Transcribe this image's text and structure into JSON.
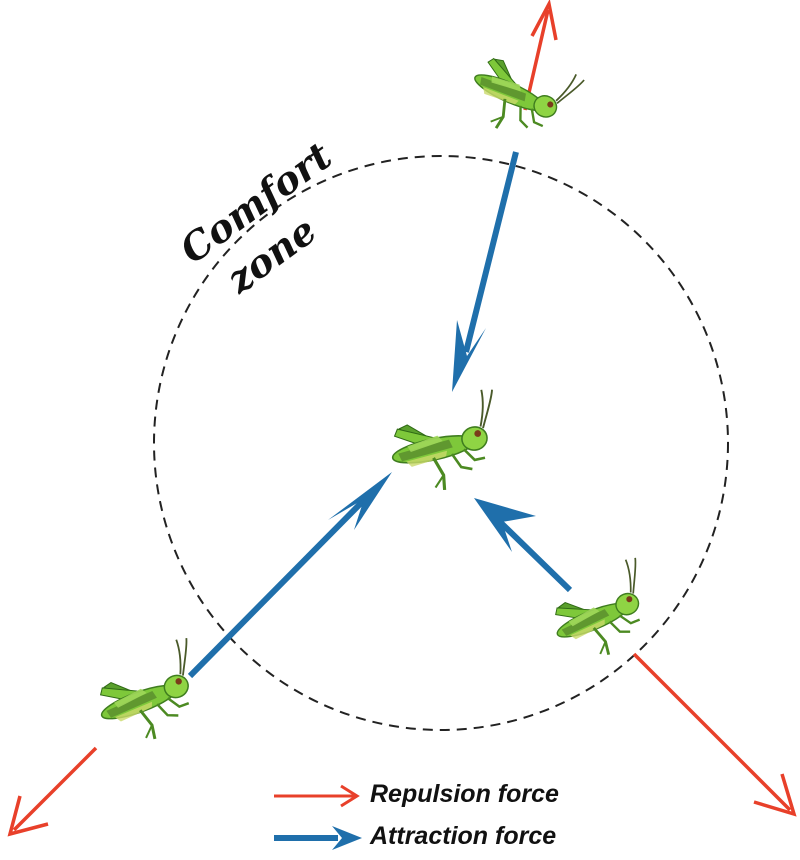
{
  "diagram": {
    "zone_label_line1": "Comfort",
    "zone_label_line2": "zone"
  },
  "legend": {
    "repulsion_label": "Repulsion force",
    "attraction_label": "Attraction force"
  },
  "colors": {
    "repulsion": "#e8402a",
    "attraction": "#1f6fab",
    "zone_border": "#222222",
    "grasshopper_body": "#7ec83a",
    "grasshopper_dark": "#3f7d1f"
  },
  "icons": {
    "grasshopper": "grasshopper-icon"
  }
}
